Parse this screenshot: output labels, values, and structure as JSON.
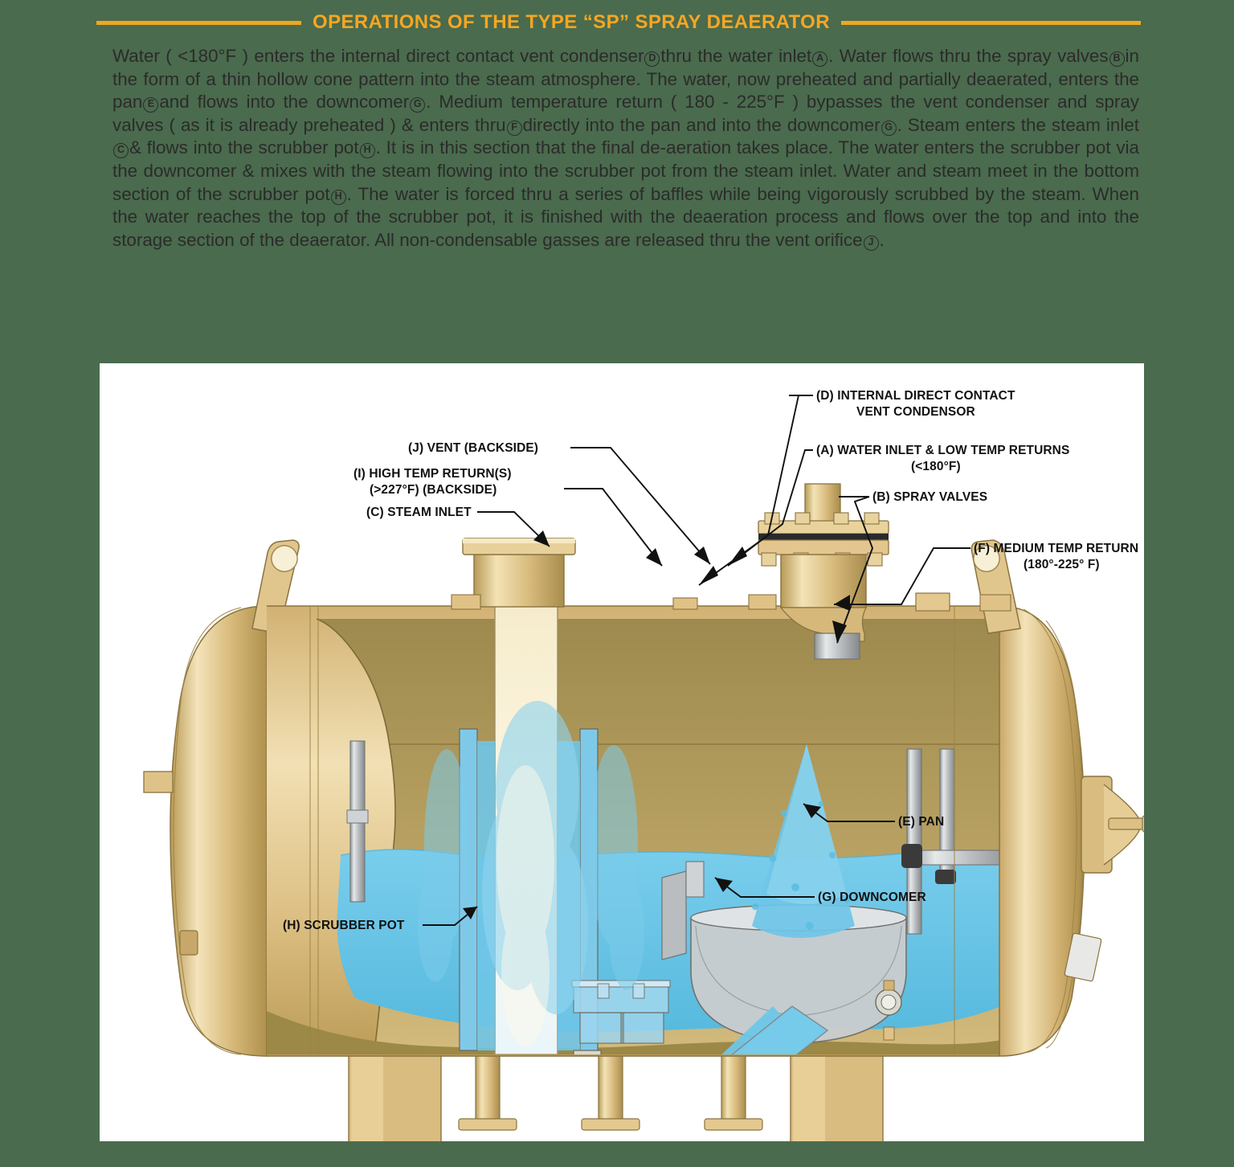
{
  "title": {
    "text": "OPERATIONS OF THE TYPE “SP” SPRAY DEAERATOR",
    "rule_color": "#f0a621",
    "text_color": "#f5a623"
  },
  "background_color": "#4a6b4d",
  "body": {
    "p1_a": "Water ( <180°F ) enters the internal direct contact vent condenser",
    "ref_D": "D",
    "p1_b": "thru the water inlet",
    "ref_A": "A",
    "p1_c": ". Water flows thru the spray valves",
    "ref_B": "B",
    "p1_d": "in the form of a thin hollow cone pattern into the steam atmosphere. The water, now preheated and partially deaerated, enters the pan",
    "ref_E": "E",
    "p1_e": "and flows into the downcomer",
    "ref_G1": "G",
    "p1_f": ". Medium temperature return ( 180 - 225°F ) bypasses the vent condenser and spray valves ( as it is already preheated ) & enters thru",
    "ref_F": "F",
    "p1_g": "directly into the pan and into the downcomer",
    "ref_G2": "G",
    "p1_h": ". Steam enters the steam inlet",
    "ref_C": "C",
    "p1_i": "& flows into the scrubber pot",
    "ref_H1": "H",
    "p1_j": ". It is in this section that the final de-aeration takes place. The water enters the scrubber pot via the downcomer & mixes with the steam flowing into the scrubber pot from the steam inlet. Water and steam meet in the bottom section of the scrubber pot",
    "ref_H2": "H",
    "p1_k": ". The water is forced thru a series of baffles while being vigorously scrubbed by the steam. When the water reaches the top of the scrubber pot, it is finished with the deaeration process and flows over the top and into the storage section of the deaerator. All non-condensable gasses are released thru the vent orifice",
    "ref_J": "J",
    "p1_l": "."
  },
  "diagram": {
    "labels": {
      "d_line1": "(D) INTERNAL DIRECT CONTACT",
      "d_line2": "VENT CONDENSOR",
      "a_line1": "(A) WATER INLET & LOW TEMP RETURNS",
      "a_line2": "(<180°F)",
      "b_line1": "(B) SPRAY VALVES",
      "f_line1": "(F) MEDIUM TEMP RETURN",
      "f_line2": "(180°-225° F)",
      "j_line1": "(J) VENT (BACKSIDE)",
      "i_line1": "(I) HIGH TEMP RETURN(S)",
      "i_line2": "(>227°F) (BACKSIDE)",
      "c_line1": "(C) STEAM INLET",
      "e_line1": "(E) PAN",
      "g_line1": "(G) DOWNCOMER",
      "h_line1": "(H) SCRUBBER POT"
    },
    "colors": {
      "vessel_gold": "#d9b877",
      "vessel_gold_light": "#f0dcae",
      "vessel_gold_dark": "#a98f4f",
      "interior_tan": "#b09a5c",
      "water_blue": "#64c3e8",
      "steel_gray": "#b9bcbd",
      "panel_white": "#ffffff",
      "outline": "#6d5c32"
    }
  }
}
